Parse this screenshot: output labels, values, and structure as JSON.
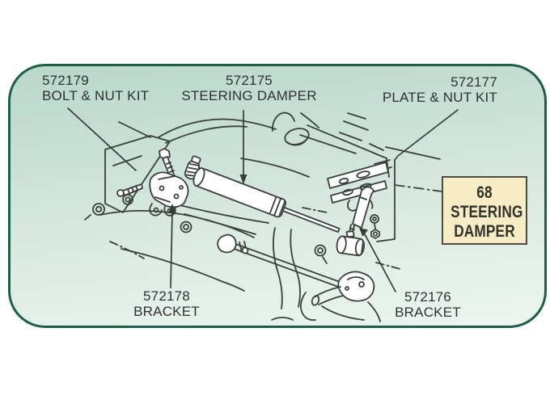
{
  "page": {
    "background": "#ffffff"
  },
  "panel": {
    "border_color": "#1d5f46",
    "bg_top": "#b9d7cb",
    "bg_bottom": "#edf5f0"
  },
  "labels": {
    "bolt_nut_kit": {
      "number": "572179",
      "name": "BOLT & NUT KIT"
    },
    "steering_damper": {
      "number": "572175",
      "name": "STEERING DAMPER"
    },
    "plate_nut_kit": {
      "number": "572177",
      "name": "PLATE & NUT KIT"
    },
    "bracket_left": {
      "number": "572178",
      "name": "BRACKET"
    },
    "bracket_right": {
      "number": "572176",
      "name": "BRACKET"
    }
  },
  "section_badge": {
    "number": "68",
    "line1": "STEERING",
    "line2": "DAMPER",
    "bg_color": "#f8ecc6",
    "border_color": "#4b4b40",
    "text_color": "#32322a"
  }
}
